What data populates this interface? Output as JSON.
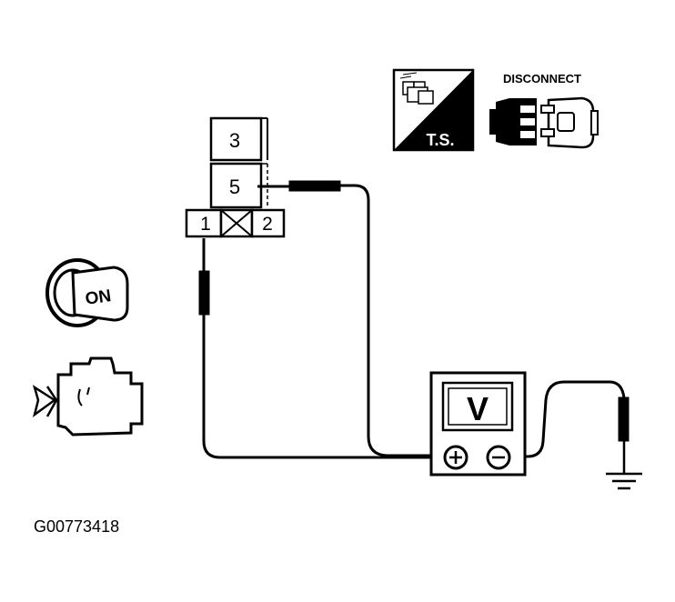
{
  "figure": {
    "id_label": "G00773418"
  },
  "connector": {
    "pins": {
      "p3": "3",
      "p5": "5",
      "p1": "1",
      "p2": "2"
    }
  },
  "badges": {
    "ts_label": "T.S.",
    "disconnect_label": "DISCONNECT"
  },
  "ignition": {
    "key_label": "ON"
  },
  "meter": {
    "unit_label": "V",
    "plus_symbol": "+",
    "minus_symbol": "−"
  },
  "icons": [
    "ignition-key-icon",
    "engine-off-icon",
    "test-connector-icon",
    "disconnect-connector-icon",
    "ground-icon"
  ]
}
